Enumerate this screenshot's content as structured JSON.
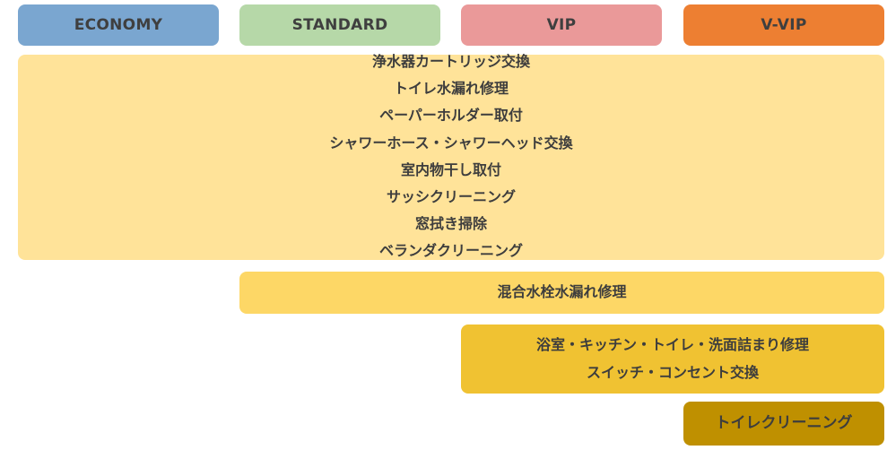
{
  "tiers": {
    "economy": {
      "label": "ECONOMY",
      "color": "#7aa6d0"
    },
    "standard": {
      "label": "STANDARD",
      "color": "#b6d8a8"
    },
    "vip": {
      "label": "VIP",
      "color": "#ea9999"
    },
    "vvip": {
      "label": "V-VIP",
      "color": "#ed7f32"
    }
  },
  "services": {
    "all_tiers": {
      "color": "#ffe399",
      "items": [
        "浄水器カートリッジ交換",
        "トイレ水漏れ修理",
        "ペーパーホルダー取付",
        "シャワーホース・シャワーヘッド交換",
        "室内物干し取付",
        "サッシクリーニング",
        "窓拭き掃除",
        "ベランダクリーニング"
      ]
    },
    "standard_and_up": {
      "color": "#fdd766",
      "items": [
        "混合水栓水漏れ修理"
      ]
    },
    "vip_and_up": {
      "color": "#f0c232",
      "items": [
        "浴室・キッチン・トイレ・洗面詰まり修理",
        "スイッチ・コンセント交換"
      ]
    },
    "vvip_only": {
      "color": "#bf9000",
      "items": [
        "トイレクリーニング"
      ]
    }
  }
}
